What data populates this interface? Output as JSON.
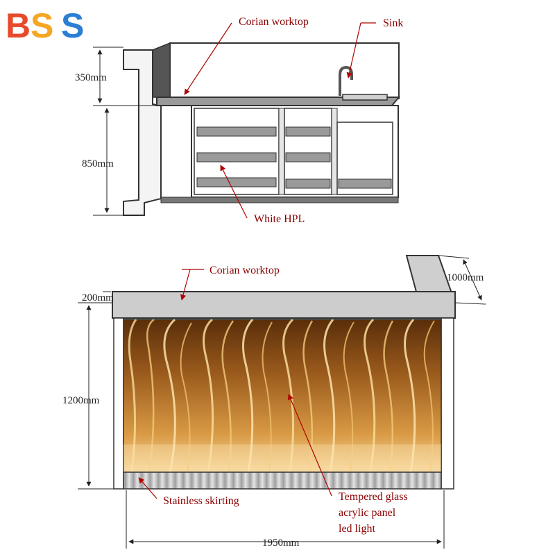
{
  "brand": {
    "logo_text": "BSS",
    "colors": [
      "#e84a2c",
      "#f5a623",
      "#2a7fd4",
      "#3cae49"
    ]
  },
  "back_view": {
    "labels": {
      "worktop": "Corian worktop",
      "sink": "Sink",
      "panels": "White HPL"
    },
    "dimensions": {
      "upper_height": "350mm",
      "lower_height": "850mm"
    }
  },
  "front_view": {
    "labels": {
      "worktop": "Corian worktop",
      "skirting": "Stainless skirting",
      "panel_line1": "Tempered glass",
      "panel_line2": "acrylic panel",
      "panel_line3": "led light"
    },
    "dimensions": {
      "top_thickness": "200mm",
      "return_depth": "1000mm",
      "height": "1200mm",
      "width": "1950mm"
    }
  },
  "colors": {
    "annotation": "#8b0000",
    "outline": "#333333",
    "worktop_fill": "#c9c9c9",
    "panel_glow": "#f0c27a",
    "panel_dark": "#6a3a10"
  }
}
